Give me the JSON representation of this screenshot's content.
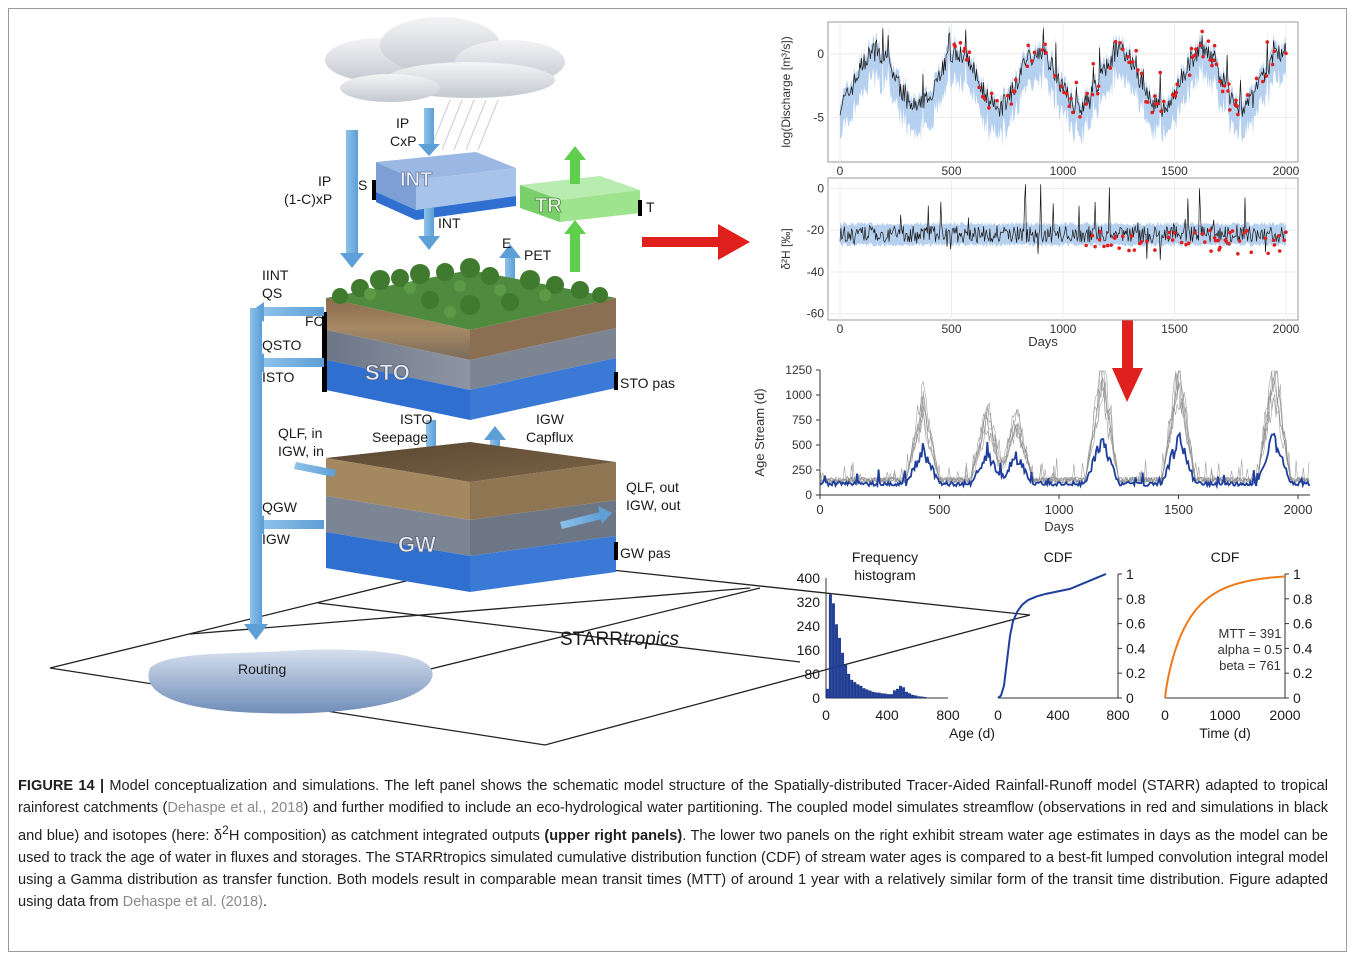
{
  "diagram": {
    "labels": {
      "ip_cxp_1": "IP",
      "ip_cxp_2": "CxP",
      "ip_1c_1": "IP",
      "ip_1c_2": "(1-C)xP",
      "int_box": "INT",
      "s": "S",
      "int_flux": "INT",
      "tr_box": "TR",
      "t": "T",
      "e": "E",
      "pet": "PET",
      "iint": "IINT",
      "qs": "QS",
      "fc": "FC",
      "qsto": "QSTO",
      "isto": "ISTO",
      "sto_box": "STO",
      "sto_pas": "STO pas",
      "isto2": "ISTO",
      "seepage": "Seepage",
      "igw": "IGW",
      "capflux": "Capflux",
      "qlf_in": "QLF, in",
      "igw_in": "IGW, in",
      "qgw": "QGW",
      "igw2": "IGW",
      "gw_box": "GW",
      "gw_pas": "GW pas",
      "qlf_out": "QLF, out",
      "igw_out": "IGW, out",
      "routing": "Routing",
      "starr": "STARR",
      "tropics": "tropics"
    }
  },
  "chart_data": [
    {
      "type": "line",
      "ylabel": "log(Discharge [m³/s])",
      "xlim": [
        0,
        2000
      ],
      "ylim": [
        -8.5,
        2.5
      ],
      "x_ticks": [
        "0",
        "500",
        "1000",
        "1500",
        "2000"
      ],
      "y_ticks": [
        "0",
        "-5"
      ],
      "series": [
        {
          "color": "#1a1a1a",
          "style": "simulated line"
        },
        {
          "color": "#a9c8ec",
          "style": "simulation band"
        },
        {
          "color": "#e02020",
          "style": "observation points"
        }
      ]
    },
    {
      "type": "line",
      "ylabel": "δ²H [‰]",
      "xlabel": "Days",
      "xlim": [
        0,
        2000
      ],
      "ylim": [
        -63,
        5
      ],
      "x_ticks": [
        "0",
        "500",
        "1000",
        "1500",
        "2000"
      ],
      "y_ticks": [
        "0",
        "-20",
        "-40",
        "-60"
      ],
      "series": [
        {
          "color": "#1a1a1a",
          "style": "simulated line"
        },
        {
          "color": "#a9c8ec",
          "style": "simulation band"
        },
        {
          "color": "#e02020",
          "style": "observation points"
        }
      ]
    },
    {
      "type": "line",
      "ylabel": "Age Stream (d)",
      "xlabel": "Days",
      "xlim": [
        0,
        2050
      ],
      "ylim": [
        0,
        1250
      ],
      "x_ticks": [
        "0",
        "500",
        "1000",
        "1500",
        "2000"
      ],
      "y_ticks": [
        "0",
        "250",
        "500",
        "750",
        "1000",
        "1250"
      ],
      "series": [
        {
          "color": "#8a8a8a",
          "style": "ensemble"
        },
        {
          "color": "#1f3f9c",
          "style": "median"
        }
      ]
    },
    {
      "type": "bar",
      "title": "Frequency histogram",
      "xlabel": "Age (d)",
      "x_ticks": [
        "0",
        "400",
        "800"
      ],
      "y_ticks": [
        "0",
        "80",
        "160",
        "240",
        "320",
        "400"
      ],
      "bin_start": 0,
      "bin_width": 20,
      "values": [
        30,
        345,
        315,
        245,
        200,
        150,
        110,
        80,
        60,
        52,
        45,
        40,
        32,
        28,
        24,
        20,
        18,
        17,
        15,
        14,
        12,
        12,
        25,
        30,
        40,
        35,
        20,
        15,
        10,
        8,
        5,
        4,
        3
      ],
      "color": "#1f3f9c"
    },
    {
      "type": "line",
      "title": "CDF",
      "x_ticks": [
        "0",
        "400",
        "800"
      ],
      "y_ticks": [
        "0",
        "0.2",
        "0.4",
        "0.6",
        "0.8",
        "1"
      ],
      "x": [
        0,
        20,
        40,
        60,
        80,
        100,
        130,
        160,
        200,
        260,
        320,
        400,
        480,
        560,
        620,
        680,
        720
      ],
      "y": [
        0,
        0.02,
        0.1,
        0.3,
        0.5,
        0.62,
        0.7,
        0.75,
        0.79,
        0.82,
        0.84,
        0.86,
        0.88,
        0.92,
        0.95,
        0.98,
        1.0
      ],
      "color": "#1f3f9c"
    },
    {
      "type": "line",
      "title": "CDF",
      "xlabel": "Time (d)",
      "x_ticks": [
        "0",
        "1000",
        "2000"
      ],
      "y_ticks": [
        "0",
        "0.2",
        "0.4",
        "0.6",
        "0.8",
        "1"
      ],
      "color": "#f07a1a",
      "annotations": [
        "MTT = 391",
        "alpha = 0.5",
        "beta = 761"
      ]
    }
  ],
  "caption": {
    "label": "FIGURE 14 |",
    "t1": " Model conceptualization and simulations. The left panel shows the schematic model structure of the Spatially-distributed Tracer-Aided Rainfall-Runoff model (STARR) adapted to tropical rainforest catchments (",
    "cite1": "Dehaspe et al., 2018",
    "t2": ") and further modified to include an eco-hydrological water partitioning. The coupled model simulates streamflow (observations in red and simulations in black and blue) and isotopes (here: δ",
    "sup": "2",
    "t3": "H composition) as catchment integrated outputs ",
    "bold": "(upper right panels)",
    "t4": ". The lower two panels on the right exhibit stream water age estimates in days as the model can be used to track the age of water in fluxes and storages. The STARRtropics simulated cumulative distribution function (CDF) of stream water ages is compared to a best-fit lumped convolution integral model using a Gamma distribution as transfer function. Both models result in comparable mean transit times (MTT) of around 1 year with a relatively similar form of the transit time distribution. Figure adapted using data from ",
    "cite2": "Dehaspe et al. (2018)",
    "t5": "."
  }
}
